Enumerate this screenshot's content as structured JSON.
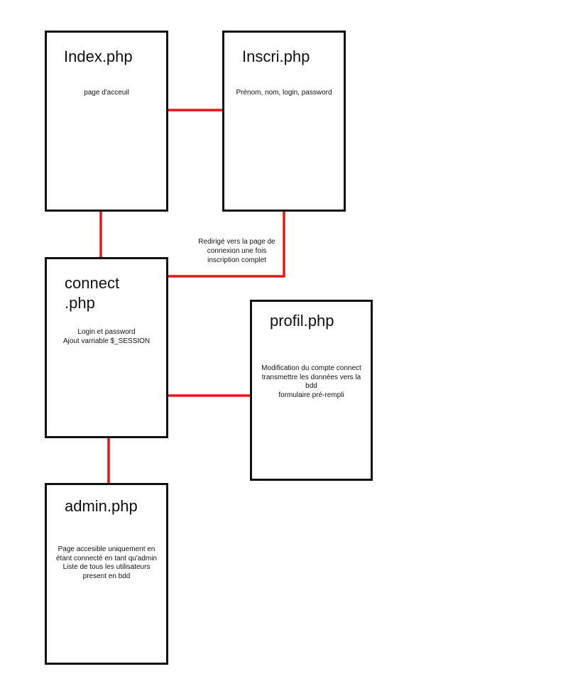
{
  "pages": {
    "index": {
      "title": "Index.php",
      "lines": [
        "page d'acceuil"
      ]
    },
    "inscri": {
      "title": "Inscri.php",
      "lines": [
        "Prénom, nom, login, password"
      ]
    },
    "connect": {
      "title_lines": [
        "connect",
        ".php"
      ],
      "lines": [
        "Login et password",
        "Ajout varriable $_SESSION"
      ]
    },
    "profil": {
      "title": "profil.php",
      "lines": [
        "Modification du compte connect",
        "transmettre les données vers la",
        "bdd",
        "formulaire pré-rempli"
      ]
    },
    "admin": {
      "title": "admin.php",
      "lines": [
        "Page accesible uniquement en",
        "étant connecté en tant qu'admin",
        "Liste de tous les utilisateurs",
        "present en bdd"
      ]
    }
  },
  "connector_note": [
    "Redirigé vers la page de",
    "connexion une fois",
    "inscription complet"
  ],
  "colors": {
    "connector": "#e8141c",
    "box_border": "#111111"
  }
}
